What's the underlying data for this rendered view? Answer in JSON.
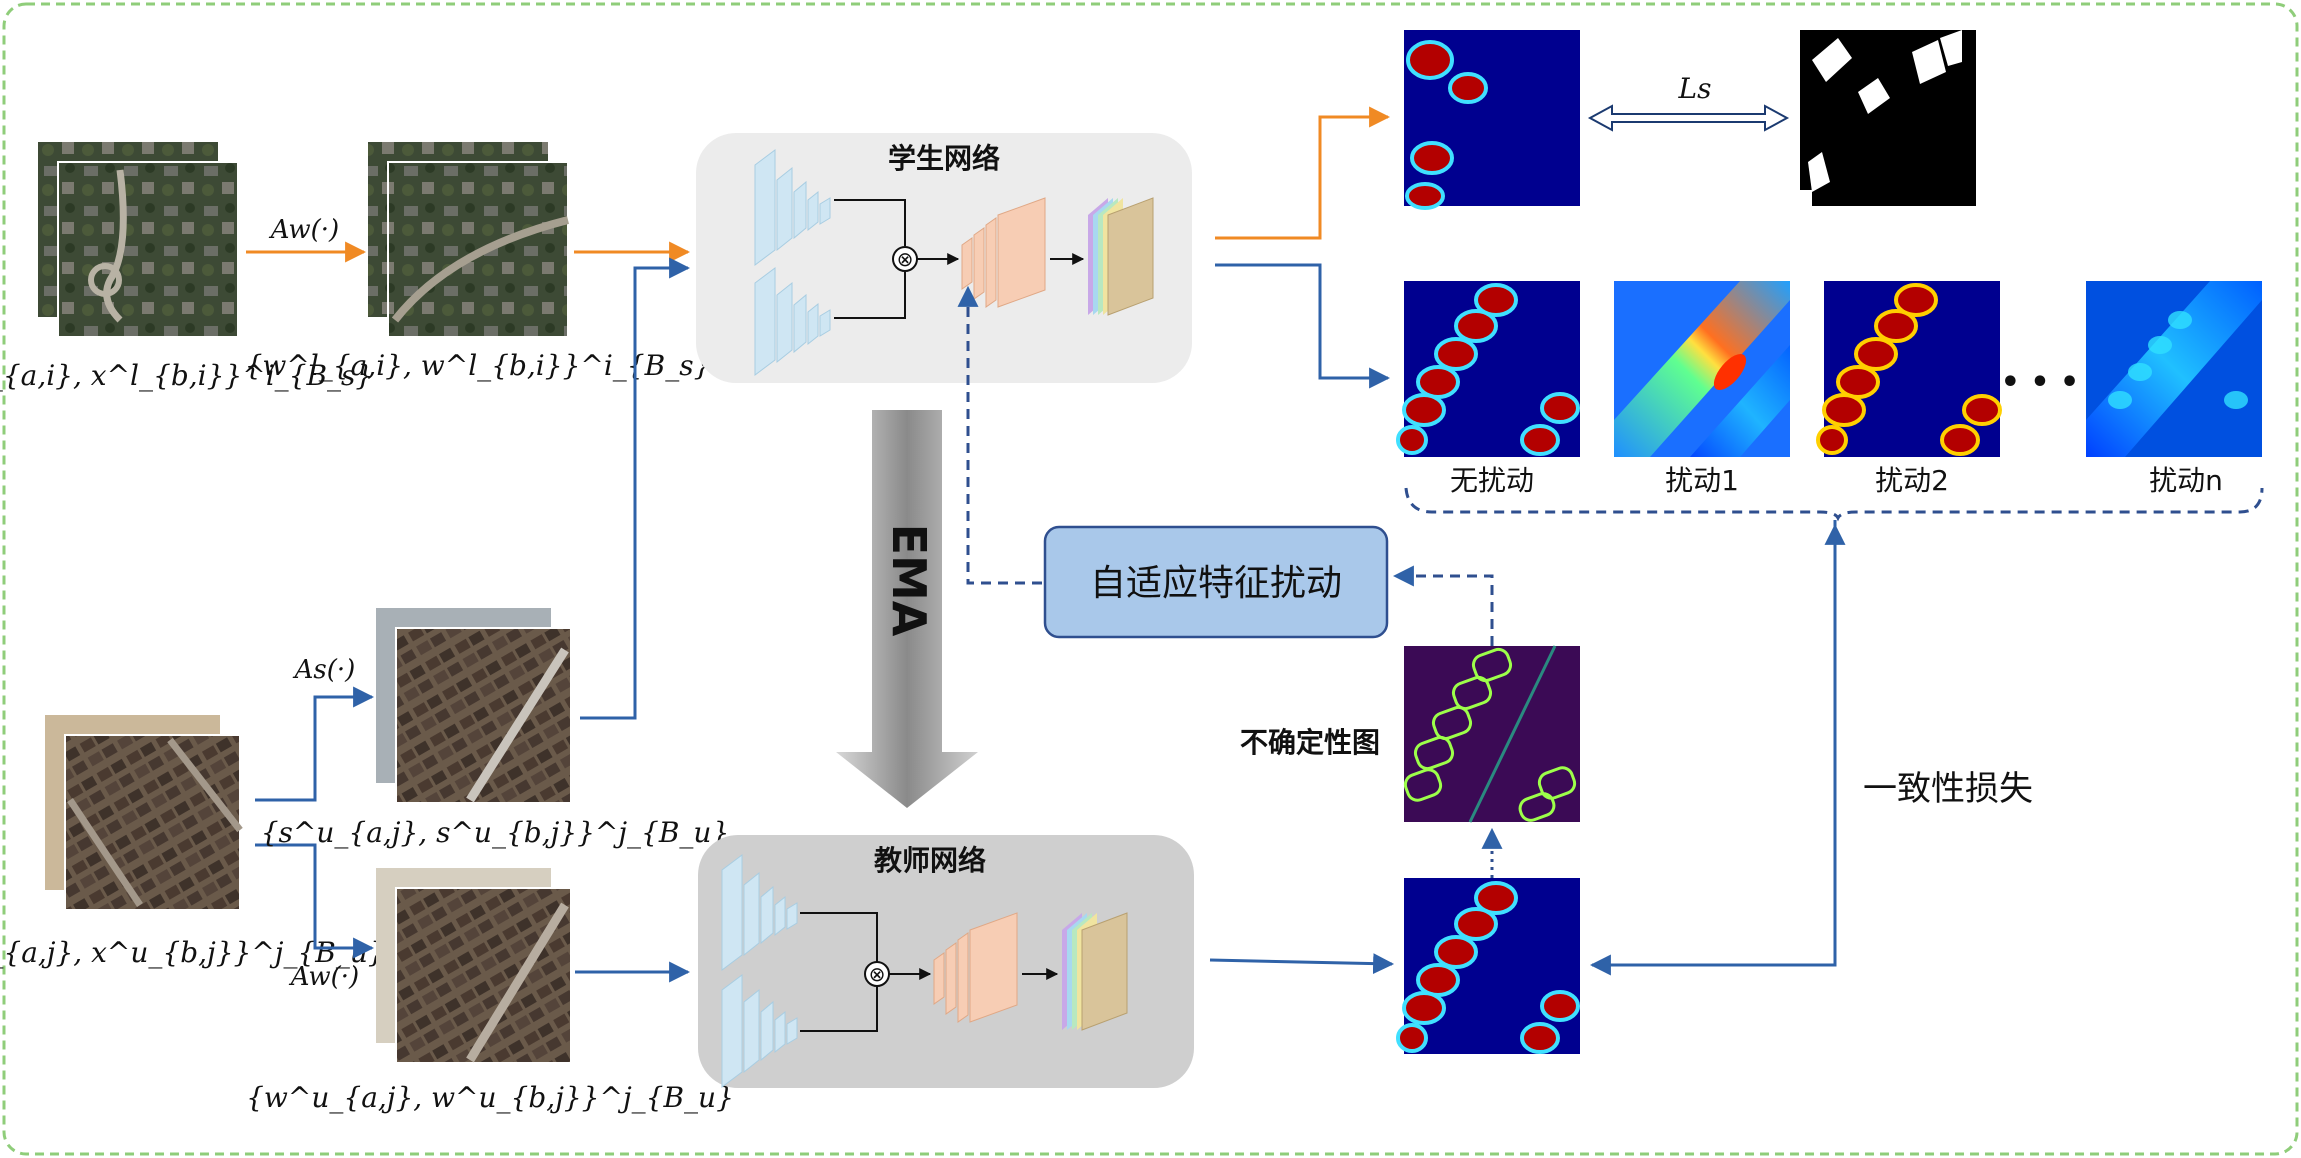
{
  "labels": {
    "student_network": "学生网络",
    "teacher_network": "教师网络",
    "ema": "EMA",
    "adaptive_perturbation": "自适应特征扰动",
    "uncertainty_map": "不确定性图",
    "consistency_loss": "一致性损失",
    "ls": "Ls",
    "no_perturbation": "无扰动",
    "perturbation_1": "扰动1",
    "perturbation_2": "扰动2",
    "perturbation_n": "扰动n",
    "ellipsis": "• • •"
  },
  "operators": {
    "weak_aug_labeled": "Aw(·)",
    "strong_aug": "As(·)",
    "weak_aug_unlabeled": "Aw(·)"
  },
  "sets": {
    "labeled_input": "{x^l_{a,i}, x^l_{b,i}}^i_{B_s}",
    "labeled_weak": "{w^l_{a,i}, w^l_{b,i}}^i_{B_s}",
    "unlabeled_input": "{x^u_{a,j}, x^u_{b,j}}^j_{B_u}",
    "unlabeled_strong": "{s^u_{a,j}, s^u_{b,j}}^j_{B_u}",
    "unlabeled_weak": "{w^u_{a,j}, w^u_{b,j}}^j_{B_u}"
  },
  "colors": {
    "border": "#8fcd7a",
    "orange_arrow": "#f08a24",
    "blue_arrow": "#2f62a8",
    "student_box": "#ececec",
    "teacher_box": "#cfcfcf",
    "perturb_box": "#a9c8ea",
    "heatmap_bg": "#00008f",
    "heatmap_red": "#b30000"
  },
  "symbols": {
    "multiply": "⊗"
  }
}
